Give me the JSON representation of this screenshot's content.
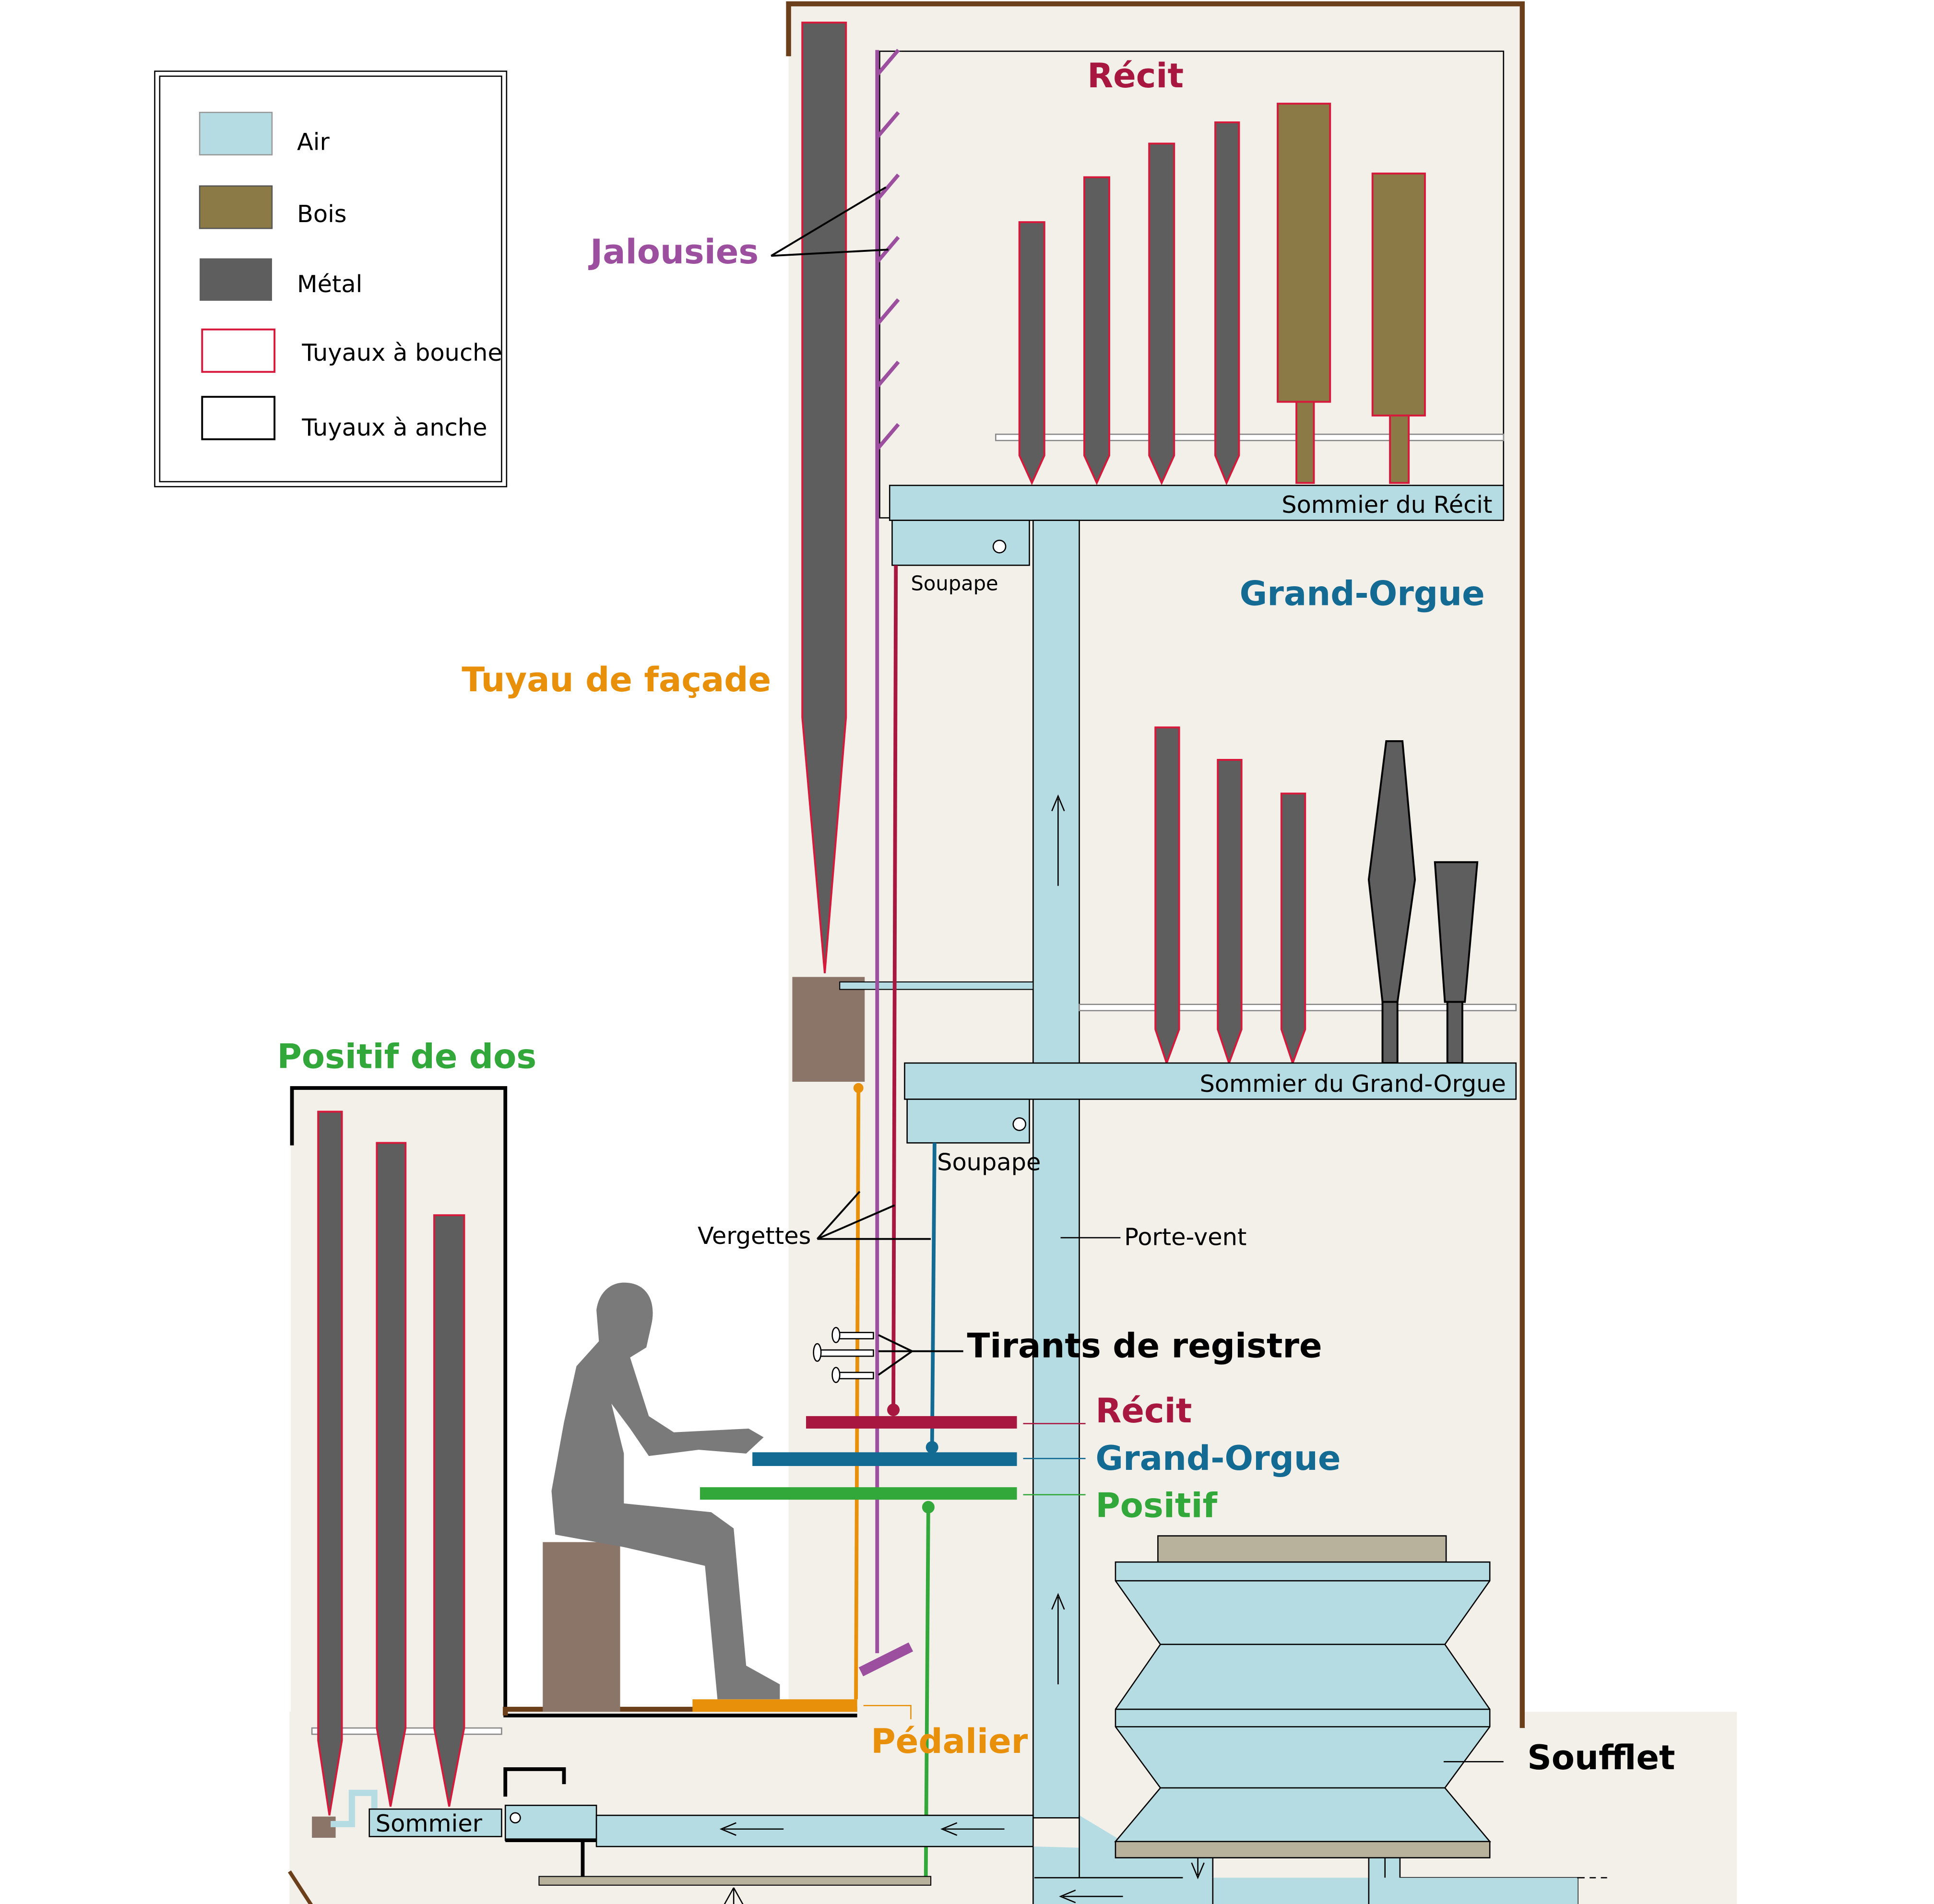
{
  "colors": {
    "air": "#b5dce2",
    "wood": "#8b7a45",
    "metal": "#5e5e5e",
    "mouth_outline": "#d6183b",
    "reed_outline": "#000000",
    "recit": "#a8173f",
    "grand_orgue": "#136b93",
    "positif": "#32a83a",
    "pedalier": "#e8900a",
    "jalousies": "#9b4f9e",
    "case": "#6b3f1a"
  },
  "legend": {
    "items": [
      {
        "label": "Air",
        "swatch": "air"
      },
      {
        "label": "Bois",
        "swatch": "wood"
      },
      {
        "label": "Métal",
        "swatch": "metal"
      },
      {
        "label": "Tuyaux à bouche",
        "swatch": "mouth-outline"
      },
      {
        "label": "Tuyaux à anche",
        "swatch": "reed-outline"
      }
    ]
  },
  "labels": {
    "recit_title": "Récit",
    "jalousies": "Jalousies",
    "sommier_recit": "Sommier du Récit",
    "soupape_1": "Soupape",
    "grand_orgue_title": "Grand-Orgue",
    "tuyau_facade": "Tuyau de façade",
    "sommier_go": "Sommier du Grand-Orgue",
    "soupape_2": "Soupape",
    "positif_dos": "Positif de dos",
    "vergettes": "Vergettes",
    "porte_vent": "Porte-vent",
    "tirants": "Tirants de registre",
    "kb_recit": "Récit",
    "kb_go": "Grand-Orgue",
    "kb_positif": "Positif",
    "pedalier": "Pédalier",
    "soufflet": "Soufflet",
    "sommier": "Sommier"
  }
}
